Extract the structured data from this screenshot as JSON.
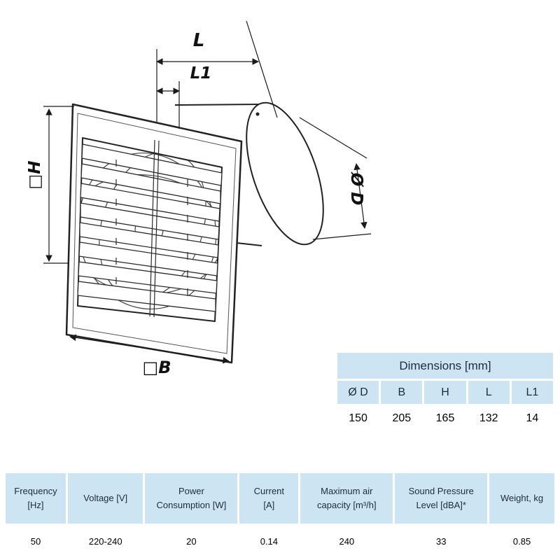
{
  "drawing": {
    "dim_l": "L",
    "dim_l1": "L1",
    "dim_h": "□H",
    "dim_b": "□B",
    "dim_d": "Ø D"
  },
  "dimensions_table": {
    "title": "Dimensions [mm]",
    "headers": [
      "Ø D",
      "B",
      "H",
      "L",
      "L1"
    ],
    "values": [
      "150",
      "205",
      "165",
      "132",
      "14"
    ]
  },
  "specs_table": {
    "headers": [
      "Frequency\n[Hz]",
      "Voltage [V]",
      "Power\nConsumption [W]",
      "Current\n[A]",
      "Maximum air\ncapacity [m³/h]",
      "Sound Pressure\nLevel [dBA]*",
      "Weight, kg"
    ],
    "values": [
      "50",
      "220-240",
      "20",
      "0.14",
      "240",
      "33",
      "0.85"
    ]
  },
  "colors": {
    "table_blue": "#cde4f2",
    "line": "#1a1a1a"
  }
}
